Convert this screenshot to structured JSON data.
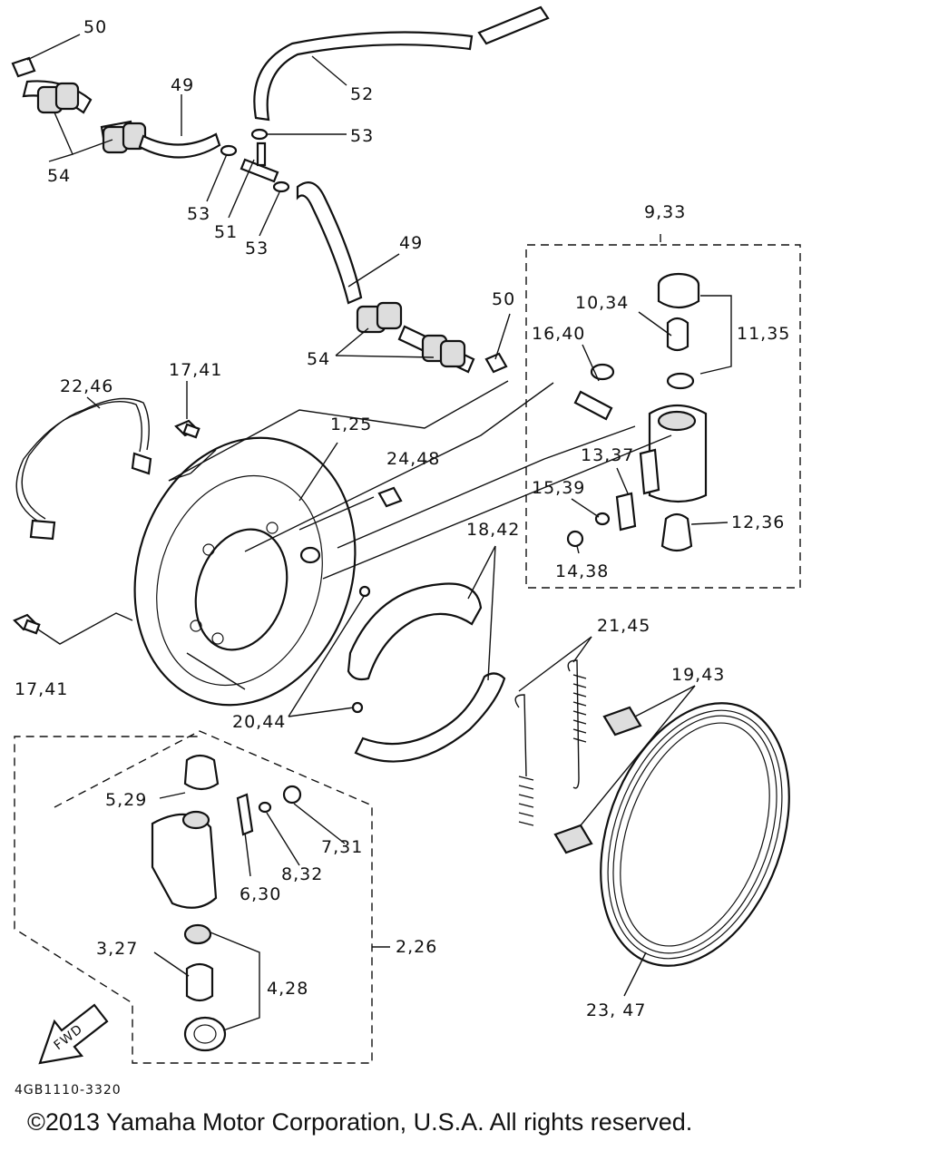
{
  "callouts": {
    "c50a": "50",
    "c49a": "49",
    "c52": "52",
    "c53a": "53",
    "c54a": "54",
    "c53b": "53",
    "c51": "51",
    "c53c": "53",
    "c49b": "49",
    "c9_33": "9,33",
    "c50b": "50",
    "c10_34": "10,34",
    "c11_35": "11,35",
    "c16_40": "16,40",
    "c54b": "54",
    "c17_41a": "17,41",
    "c22_46": "22,46",
    "c1_25": "1,25",
    "c24_48": "24,48",
    "c13_37": "13,37",
    "c15_39": "15,39",
    "c12_36": "12,36",
    "c18_42": "18,42",
    "c14_38": "14,38",
    "c17_41b": "17,41",
    "c21_45": "21,45",
    "c19_43": "19,43",
    "c20_44": "20,44",
    "c5_29": "5,29",
    "c7_31": "7,31",
    "c8_32": "8,32",
    "c6_30": "6,30",
    "c2_26": "2,26",
    "c3_27": "3,27",
    "c4_28": "4,28",
    "c23_47": "23, 47"
  },
  "fwd_label": "FWD",
  "diagram_code": "4GB1110-3320",
  "copyright": "©2013 Yamaha Motor Corporation, U.S.A. All rights reserved."
}
